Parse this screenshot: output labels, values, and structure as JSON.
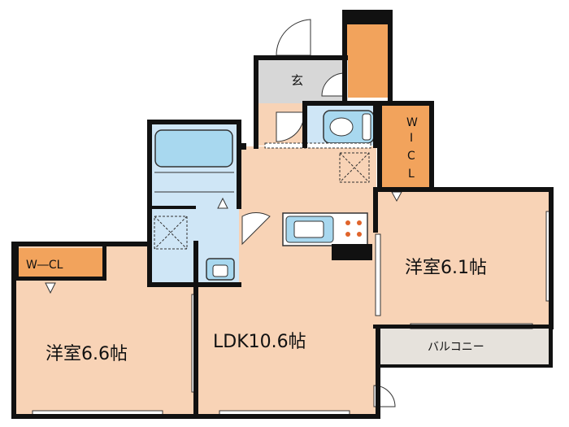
{
  "rooms": {
    "western_left": "洋室6.6帖",
    "ldk": "LDK10.6帖",
    "western_right": "洋室6.1帖",
    "balcony": "バルコニー",
    "entrance": "玄",
    "wcl_left": "W―CL",
    "wcl_right_chars": [
      "W",
      "I",
      "C",
      "L"
    ]
  },
  "colors": {
    "room_fill": "#f8d3b6",
    "storage_fill": "#f2a35c",
    "wet_fill": "#cfe6f6",
    "fixture_fill": "#a8d8ef",
    "entrance_fill": "#d7d7d7",
    "balcony_fill": "#e6e2dc",
    "wall": "#111111"
  }
}
